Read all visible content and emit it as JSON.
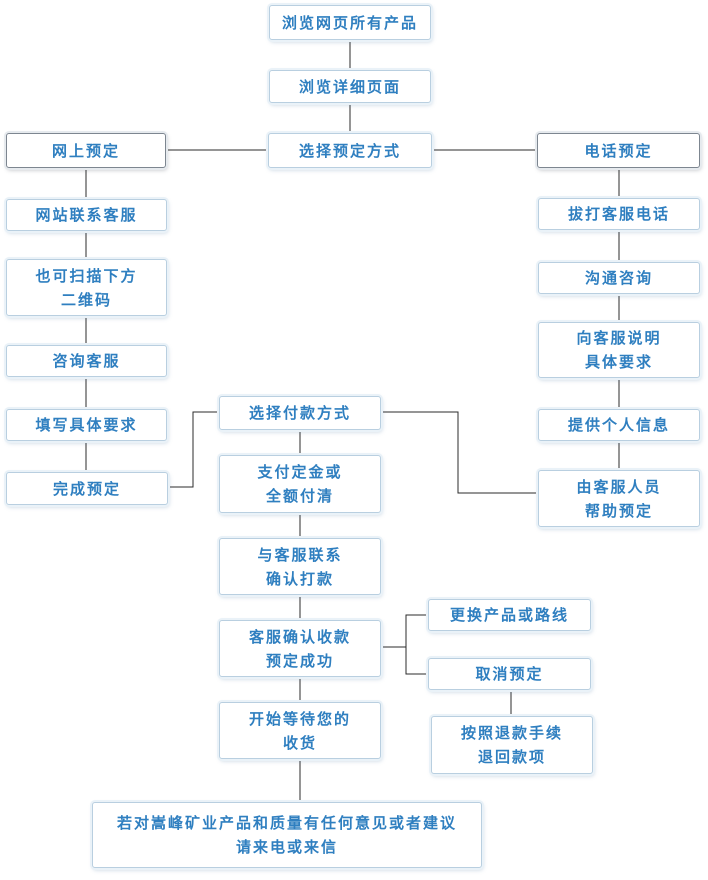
{
  "nodes": {
    "browse_all": "浏览网页所有产品",
    "browse_detail": "浏览详细页面",
    "choose_booking": "选择预定方式",
    "online_booking": "网上预定",
    "phone_booking": "电话预定",
    "site_contact": "网站联系客服",
    "scan_qr": "也可扫描下方\n二维码",
    "consult_service": "咨询客服",
    "fill_requirements": "填写具体要求",
    "complete_booking": "完成预定",
    "call_service": "拔打客服电话",
    "communicate": "沟通咨询",
    "explain_requirements": "向客服说明\n具体要求",
    "provide_info": "提供个人信息",
    "staff_help": "由客服人员\n帮助预定",
    "choose_payment": "选择付款方式",
    "pay_deposit": "支付定金或\n全额付清",
    "contact_confirm": "与客服联系\n确认打款",
    "confirm_received": "客服确认收款\n预定成功",
    "change_route": "更换产品或路线",
    "cancel_booking": "取消预定",
    "refund": "按照退款手续\n退回款项",
    "wait_delivery": "开始等待您的\n收货",
    "feedback": "若对嵩峰矿业产品和质量有任何意见或者建议\n请来电或来信"
  }
}
